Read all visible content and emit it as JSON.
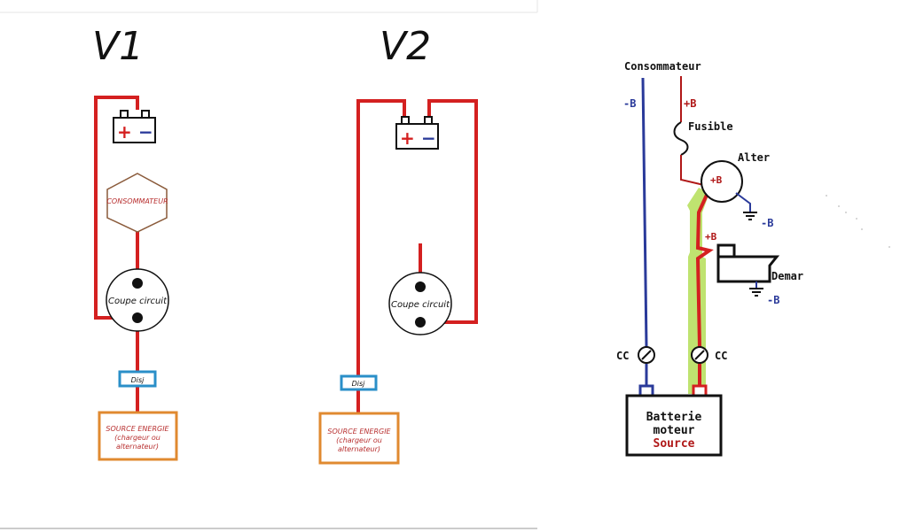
{
  "diagram_v1": {
    "title": "V1",
    "battery_plus": "+",
    "battery_minus": "−",
    "consumer": "CONSOMMATEUR",
    "switch": "Coupe circuit",
    "breaker": "Disj",
    "source": [
      "SOURCE ENERGIE",
      "(chargeur ou",
      "alternateur)"
    ]
  },
  "diagram_v2": {
    "title": "V2",
    "battery_plus": "+",
    "battery_minus": "−",
    "switch": "Coupe circuit",
    "breaker": "Disj",
    "source": [
      "SOURCE ENERGIE",
      "(chargeur ou",
      "alternateur)"
    ]
  },
  "diagram_right": {
    "consumer": "Consommateur",
    "neg_b": "-B",
    "pos_b": "+B",
    "fuse": "Fusible",
    "alternator": "Alter",
    "alt_pos": "+B",
    "alt_neg": "-B",
    "starter_pos": "+B",
    "starter": "Demar",
    "starter_neg": "-B",
    "cc_left": "CC",
    "cc_right": "CC",
    "battery_line1": "Batterie",
    "battery_line2": "moteur",
    "battery_line3": "Source"
  },
  "colors": {
    "wire_positive": "#d42020",
    "wire_negative": "#2a3a9a",
    "consumer_outline": "#8a5a3a",
    "breaker_outline": "#2a8fc8",
    "source_outline": "#e08a30",
    "highlight": "#b8e060"
  }
}
